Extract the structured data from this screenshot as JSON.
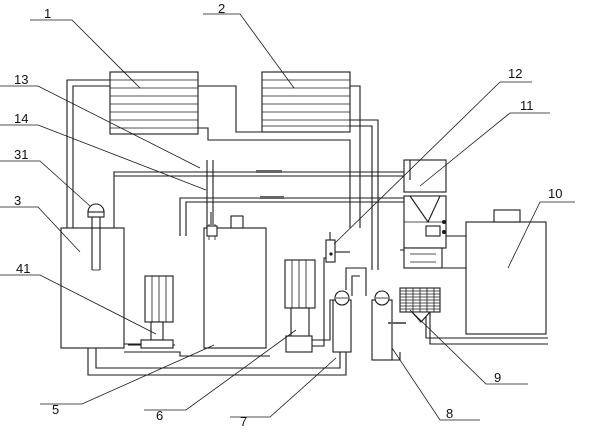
{
  "labels": {
    "l1": "1",
    "l2": "2",
    "l3": "3",
    "l5": "5",
    "l6": "6",
    "l7": "7",
    "l8": "8",
    "l9": "9",
    "l10": "10",
    "l11": "11",
    "l12": "12",
    "l13": "13",
    "l14": "14",
    "l31": "31",
    "l41": "41"
  },
  "colors": {
    "line": "#1a1a1a",
    "background": "#ffffff"
  }
}
